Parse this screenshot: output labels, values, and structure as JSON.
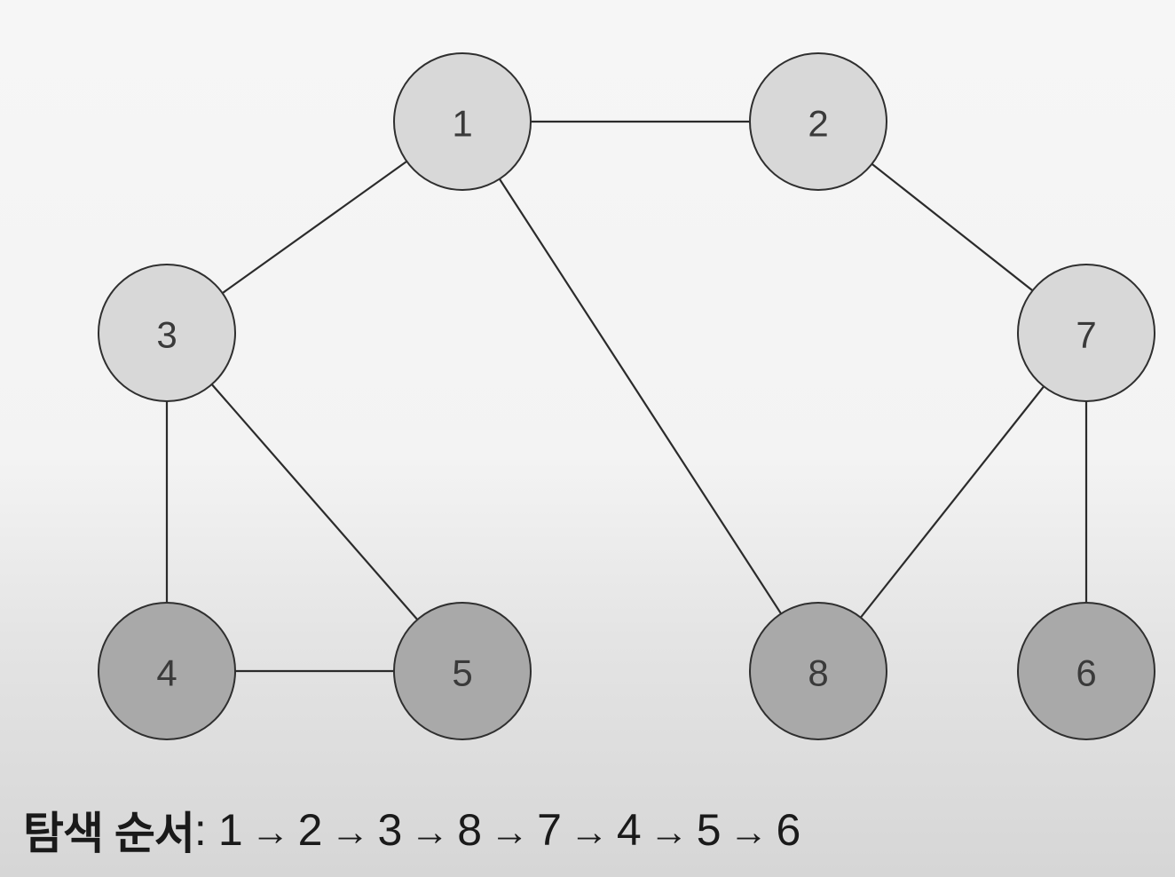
{
  "nodes": [
    {
      "id": "1",
      "label": "1",
      "fill": "#d8d8d8"
    },
    {
      "id": "2",
      "label": "2",
      "fill": "#d8d8d8"
    },
    {
      "id": "3",
      "label": "3",
      "fill": "#d8d8d8"
    },
    {
      "id": "7",
      "label": "7",
      "fill": "#d8d8d8"
    },
    {
      "id": "4",
      "label": "4",
      "fill": "#a9a9a9"
    },
    {
      "id": "5",
      "label": "5",
      "fill": "#a9a9a9"
    },
    {
      "id": "8",
      "label": "8",
      "fill": "#a9a9a9"
    },
    {
      "id": "6",
      "label": "6",
      "fill": "#a9a9a9"
    }
  ],
  "edges": [
    [
      "1",
      "2"
    ],
    [
      "1",
      "3"
    ],
    [
      "1",
      "8"
    ],
    [
      "2",
      "7"
    ],
    [
      "3",
      "4"
    ],
    [
      "3",
      "5"
    ],
    [
      "4",
      "5"
    ],
    [
      "7",
      "8"
    ],
    [
      "7",
      "6"
    ]
  ],
  "caption": {
    "label": "탐색 순서",
    "colon": ":",
    "arrow": "→",
    "order": [
      "1",
      "2",
      "3",
      "8",
      "7",
      "4",
      "5",
      "6"
    ]
  },
  "colors": {
    "edge": "#2b2b2b",
    "node_stroke": "#2f2f2f",
    "text": "#3a3a3a"
  }
}
